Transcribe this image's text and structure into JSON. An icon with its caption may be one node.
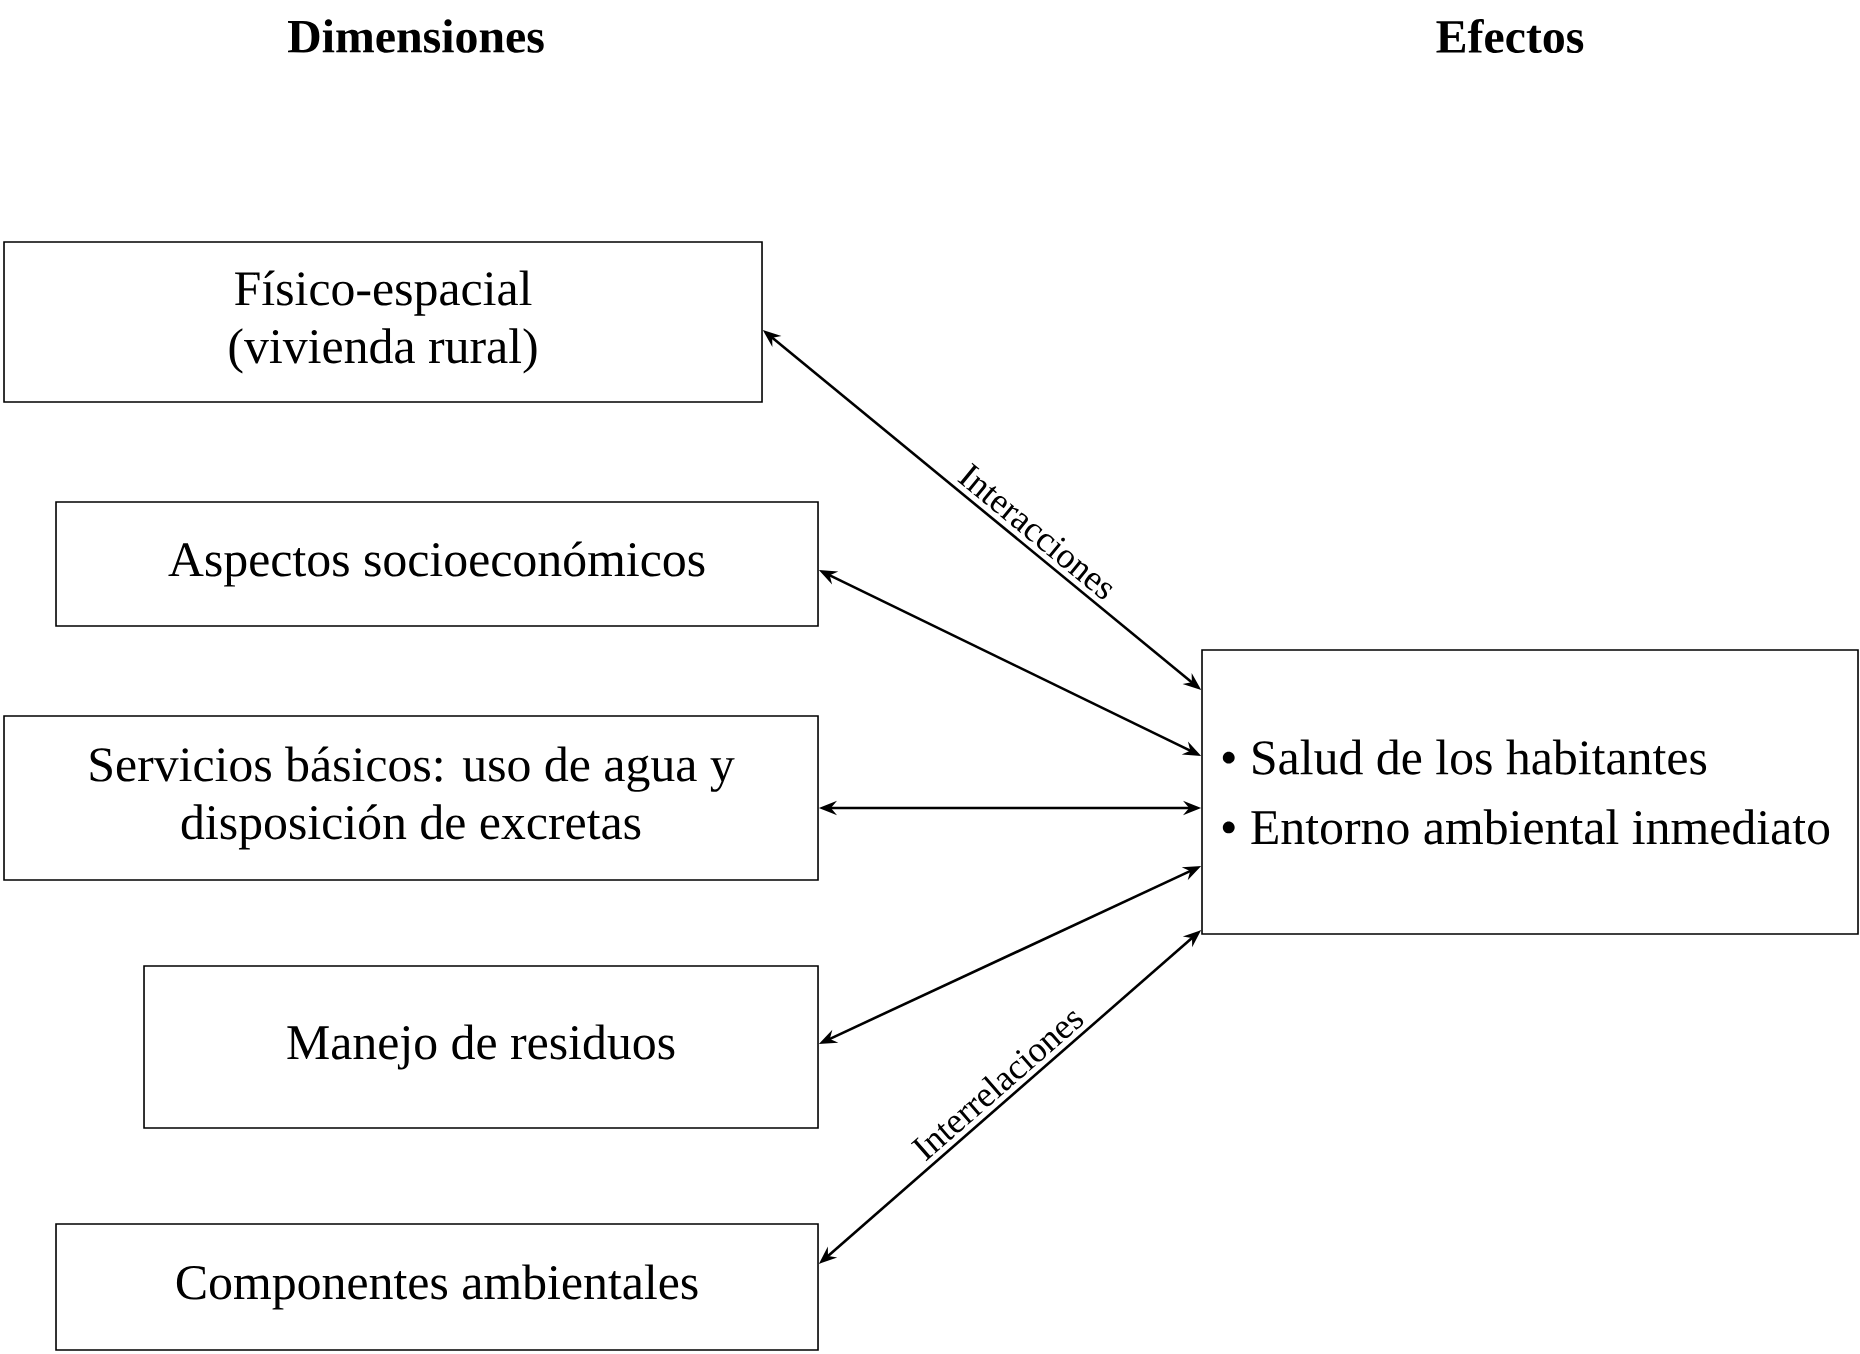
{
  "diagram": {
    "nodes": [
      {
        "text": [
          "Físico-espacial (vivienda rural)"
        ]
      },
      {
        "text": [
          "Aspectos socioeconómicos"
        ]
      },
      {
        "text": [
          "Servicios básicos: uso de agua y disposición de excretas"
        ]
      },
      {
        "text": [
          "Manejo de residuos"
        ]
      },
      {
        "text": [
          "Componentes ambientales"
        ]
      },
      {
        "text": [
          "• Salud de los habitantes",
          "• Entorno ambiental inmediato"
        ]
      }
    ],
    "edges": [
      {
        "from": 0,
        "to": 5,
        "arrow": "both",
        "label": "Interacciones"
      },
      {
        "from": 1,
        "to": 5,
        "arrow": "both"
      },
      {
        "from": 2,
        "to": 5,
        "arrow": "both"
      },
      {
        "from": 3,
        "to": 5,
        "arrow": "both"
      },
      {
        "from": 4,
        "to": 5,
        "arrow": "both",
        "label": "Interrelaciones"
      }
    ],
    "labels": [
      "Dimensiones",
      "Efectos"
    ]
  }
}
